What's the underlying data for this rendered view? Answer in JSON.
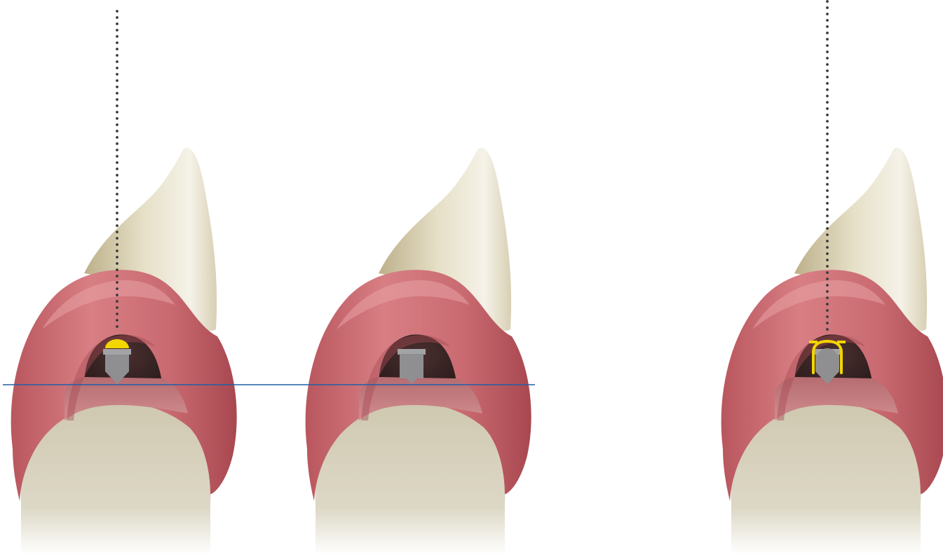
{
  "colors": {
    "background": "#ffffff",
    "gum": "#c9676e",
    "gum_highlight": "#e8a2a4",
    "gum_shadow": "#a64b54",
    "tooth": "#e3dcc2",
    "tooth_highlight": "#f4f1e6",
    "tooth_shadow": "#bfb592",
    "bone": "#d6d0ba",
    "cavity": "#3a2525",
    "cavity_floor": "#c77b7e",
    "implant": "#8f8f92",
    "attachment_yellow": "#f2d600",
    "leader_dots": "#3a3a3a",
    "reference_line": "#1f5fa6"
  },
  "icons": [
    "tooth-cross-section",
    "implant-post",
    "attachment-cap",
    "attachment-housing"
  ],
  "panels": [
    {
      "id": "panel-1",
      "attachment": "cap",
      "leader_line": true
    },
    {
      "id": "panel-2",
      "attachment": "none",
      "leader_line": false
    },
    {
      "id": "panel-3",
      "attachment": "housing",
      "leader_line": true
    }
  ]
}
